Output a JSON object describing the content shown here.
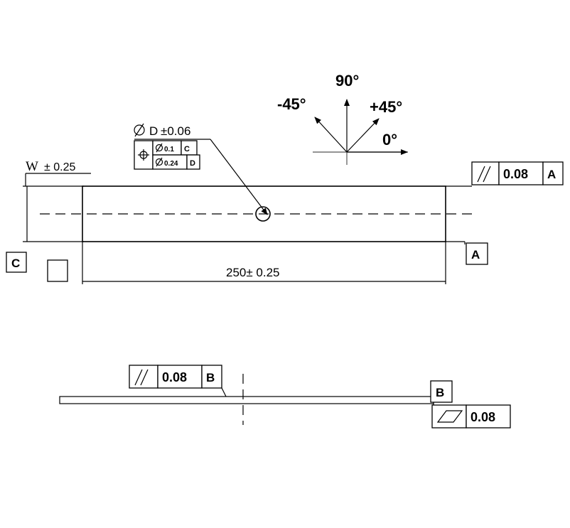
{
  "angles": {
    "a90": "90°",
    "am45": "-45°",
    "ap45": "+45°",
    "a0": "0°"
  },
  "hole": {
    "diameter": "D",
    "tolerance": "±0.06",
    "position_row1_value": "0.1",
    "position_row1_datum": "C",
    "position_row2_value": "0.24",
    "position_row2_datum": "D"
  },
  "width_dim": {
    "letter": "W",
    "tolerance": "± 0.25"
  },
  "length_dim": {
    "label": "250± 0.25"
  },
  "top_parallelism": {
    "value": "0.08",
    "datum": "A"
  },
  "datum_a": "A",
  "datum_c": "C",
  "bottom_parallelism": {
    "value": "0.08",
    "datum": "B"
  },
  "datum_b": "B",
  "flatness": {
    "value": "0.08"
  }
}
